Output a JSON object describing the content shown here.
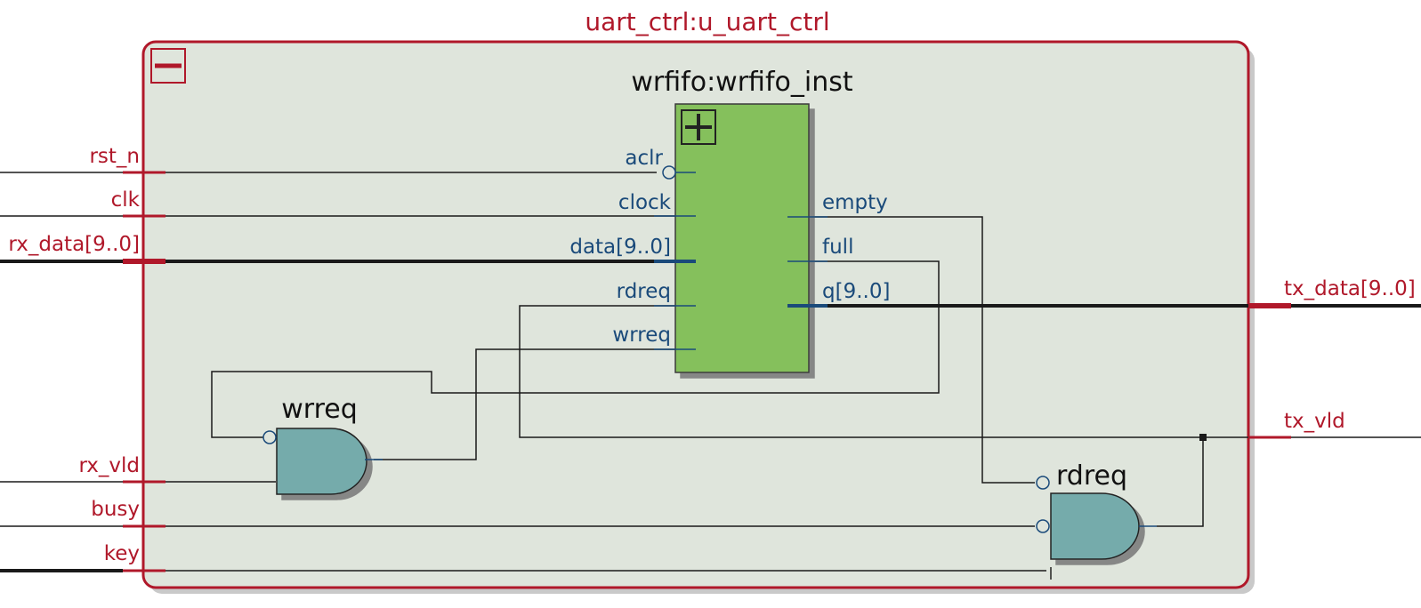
{
  "module": {
    "title": "uart_ctrl:u_uart_ctrl",
    "collapse_symbol": "minus"
  },
  "inputs": [
    "rst_n",
    "clk",
    "rx_data[9..0]",
    "rx_vld",
    "busy",
    "key"
  ],
  "outputs": [
    "tx_data[9..0]",
    "tx_vld"
  ],
  "fifo": {
    "title": "wrfifo:wrfifo_inst",
    "expand_symbol": "plus",
    "ports_in": [
      "aclr",
      "clock",
      "data[9..0]",
      "rdreq",
      "wrreq"
    ],
    "ports_out": [
      "empty",
      "full",
      "q[9..0]"
    ]
  },
  "gates": {
    "wrreq": "wrreq",
    "rdreq": "rdreq"
  },
  "colors": {
    "module_border": "#b0182a",
    "module_fill": "#dfe5dc",
    "fifo_fill": "#85c05c",
    "gate_fill": "#75abab",
    "port_text": "#1a4a7a",
    "pin_text": "#b0182a"
  }
}
